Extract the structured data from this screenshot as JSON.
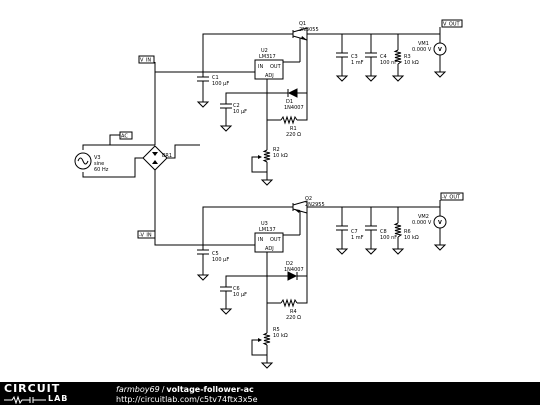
{
  "footer": {
    "logo_top": "CIRCUIT",
    "logo_bottom": "LAB",
    "author": "farmboy69",
    "separator": "/",
    "title": "voltage-follower-ac",
    "url": "http://circuitlab.com/c5tv74ftx3x5e"
  },
  "nets": {
    "v_in": "V_IN",
    "v_out": "V_OUT",
    "neg_v_in": "-V_IN",
    "neg_v_out": "-V_OUT",
    "ac": "AC"
  },
  "source": {
    "name": "V3",
    "type": "sine",
    "freq": "60 Hz"
  },
  "bridge": {
    "name": "BR1"
  },
  "upper": {
    "q": {
      "name": "Q1",
      "part": "2N3055"
    },
    "u": {
      "name": "U2",
      "part": "LM317",
      "in": "IN",
      "out": "OUT",
      "adj": "ADJ"
    },
    "c_in": {
      "name": "C1",
      "value": "100 µF"
    },
    "c_adj": {
      "name": "C2",
      "value": "10 µF"
    },
    "d": {
      "name": "D1",
      "part": "1N4007"
    },
    "r_set": {
      "name": "R1",
      "value": "220 Ω"
    },
    "pot": {
      "name": "R2",
      "value": "10 kΩ"
    },
    "c_a": {
      "name": "C3",
      "value": "1 mF"
    },
    "c_b": {
      "name": "C4",
      "value": "100 nF"
    },
    "r_load": {
      "name": "R3",
      "value": "10 kΩ"
    },
    "meter": {
      "name": "VM1",
      "value": "0.000 V",
      "symbol": "V"
    }
  },
  "lower": {
    "q": {
      "name": "Q2",
      "part": "2N2955"
    },
    "u": {
      "name": "U3",
      "part": "LM137",
      "in": "IN",
      "out": "OUT",
      "adj": "ADJ"
    },
    "c_in": {
      "name": "C5",
      "value": "100 µF"
    },
    "c_adj": {
      "name": "C6",
      "value": "10 µF"
    },
    "d": {
      "name": "D2",
      "part": "1N4007"
    },
    "r_set": {
      "name": "R4",
      "value": "220 Ω"
    },
    "pot": {
      "name": "R5",
      "value": "10 kΩ"
    },
    "c_a": {
      "name": "C7",
      "value": "1 mF"
    },
    "c_b": {
      "name": "C8",
      "value": "100 nF"
    },
    "r_load": {
      "name": "R6",
      "value": "10 kΩ"
    },
    "meter": {
      "name": "VM2",
      "value": "0.000 V",
      "symbol": "V"
    }
  }
}
